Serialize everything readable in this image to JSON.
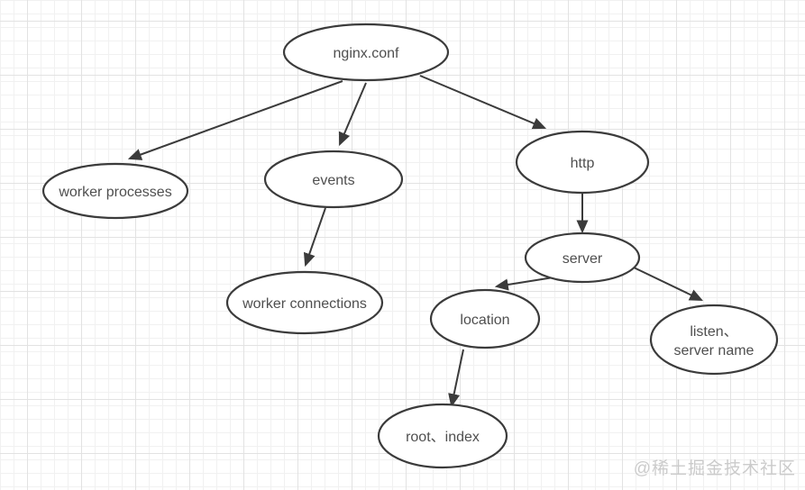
{
  "diagram": {
    "type": "tree",
    "root": "nginx.conf"
  },
  "nodes": [
    {
      "id": "nginx-conf",
      "label": "nginx.conf"
    },
    {
      "id": "worker-processes",
      "label": "worker processes"
    },
    {
      "id": "events",
      "label": "events"
    },
    {
      "id": "http",
      "label": "http"
    },
    {
      "id": "worker-connections",
      "label": "worker connections"
    },
    {
      "id": "server",
      "label": "server"
    },
    {
      "id": "location",
      "label": "location"
    },
    {
      "id": "listen-server-name",
      "label_line1": "listen、",
      "label_line2": "server name"
    },
    {
      "id": "root-index",
      "label": "root、index"
    }
  ],
  "edges": [
    {
      "from": "nginx-conf",
      "to": "worker-processes"
    },
    {
      "from": "nginx-conf",
      "to": "events"
    },
    {
      "from": "nginx-conf",
      "to": "http"
    },
    {
      "from": "events",
      "to": "worker-connections"
    },
    {
      "from": "http",
      "to": "server"
    },
    {
      "from": "server",
      "to": "location"
    },
    {
      "from": "server",
      "to": "listen-server-name"
    },
    {
      "from": "location",
      "to": "root-index"
    }
  ],
  "watermark": "@稀土掘金技术社区",
  "colors": {
    "background": "#ffffff",
    "node_stroke": "#3b3b3b",
    "node_fill": "#ffffff",
    "text": "#4f4f4f",
    "edge": "#3b3b3b",
    "grid_minor": "#f1f1f1",
    "grid_major": "#e2e2e2",
    "watermark": "#cbcbcb"
  }
}
